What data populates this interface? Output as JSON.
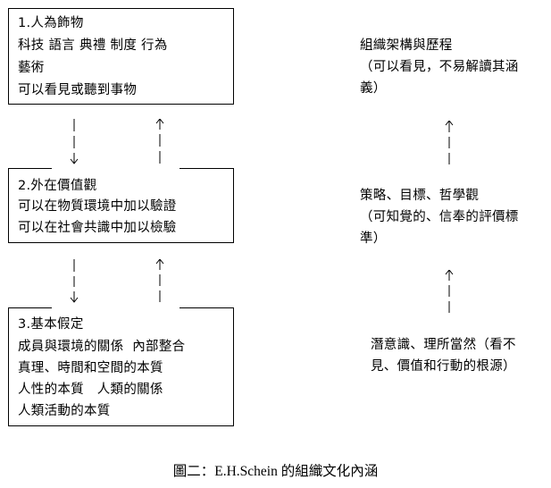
{
  "left_column": {
    "box1": {
      "title": "1.人為飾物",
      "lines": [
        "科技 語言 典禮 制度 行為",
        "藝術",
        "可以看見或聽到事物"
      ]
    },
    "box2": {
      "title": "2.外在價值觀",
      "lines": [
        "可以在物質環境中加以驗證",
        "可以在社會共識中加以檢驗"
      ]
    },
    "box3": {
      "title": "3.基本假定",
      "lines": [
        "成員與環境的關係  內部整合",
        "真理、時間和空間的本質",
        "人性的本質   人類的關係",
        "人類活動的本質"
      ]
    }
  },
  "right_column": {
    "level1": [
      "組織架構與歷程",
      "（可以看見，不易解讀其涵",
      "義）"
    ],
    "level2": [
      "策略、目標、哲學觀",
      "（可知覺的、信奉的評價標",
      "準）"
    ],
    "level3": [
      "潛意識、理所當然（看不",
      "見、價值和行動的根源）"
    ]
  },
  "arrows": {
    "left_down": "down-arrow",
    "left_up": "up-arrow",
    "right_up": "up-arrow"
  },
  "caption": "圖二：E.H.Schein 的組織文化內涵"
}
